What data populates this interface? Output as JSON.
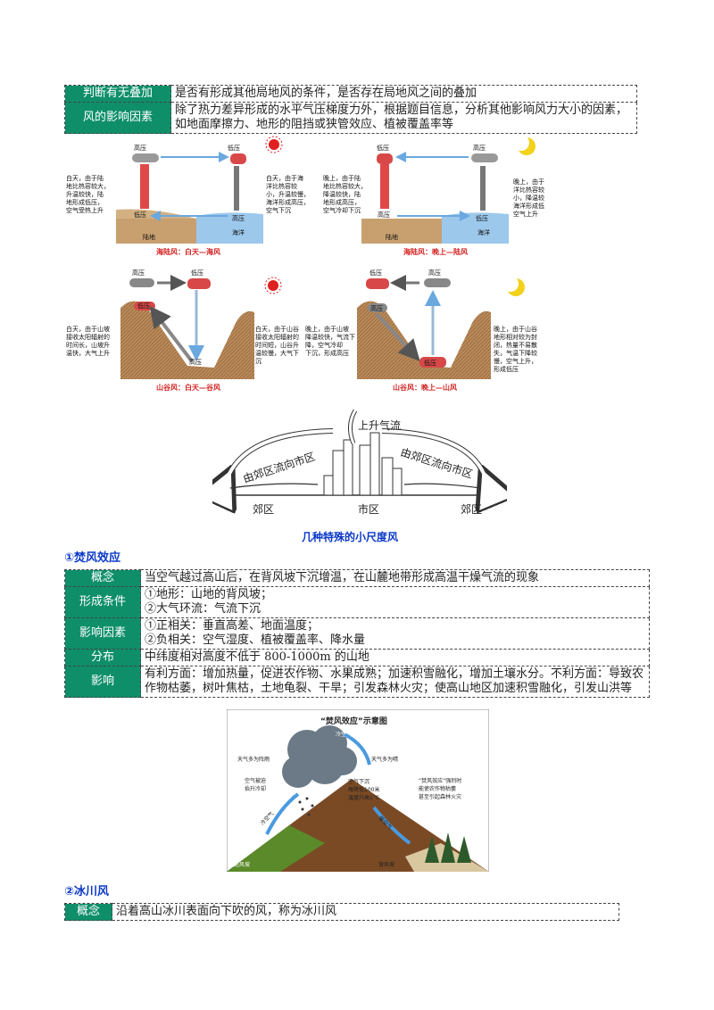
{
  "top_table": [
    {
      "label": "判断有无叠加",
      "text": "是否有形成其他局地风的条件，是否存在局地风之间的叠加"
    },
    {
      "label": "风的影响因素",
      "text": "除了热力差异形成的水平气压梯度力外，根据题目信息，分析其他影响风力大小的因素，如地面摩擦力、地形的阻挡或狭管效应、植被覆盖率等"
    }
  ],
  "panels": {
    "sea_day": {
      "caption": "海陆风：白天—海风",
      "high": "高压",
      "low": "低压",
      "low2": "低压",
      "high2": "高压",
      "land": "陆地",
      "sea": "海洋",
      "left_note": [
        "白天，由于陆",
        "地比热容较大，",
        "升温较快，陆",
        "地形成低压，",
        "空气受热上升"
      ],
      "right_note": [
        "白天，由于海",
        "洋比热容较",
        "小，升温较慢，",
        "海洋形成高压，",
        "空气下沉"
      ]
    },
    "sea_night": {
      "caption": "海陆风：晚上—陆风",
      "low": "低压",
      "high": "高压",
      "high2": "高压",
      "low2": "低压",
      "land": "陆地",
      "sea": "海洋",
      "left_note": [
        "晚上，由于陆",
        "地比热容较大，",
        "降温较快，陆",
        "地形成高压，",
        "空气冷却下沉"
      ],
      "right_note": [
        "晚上，由于海",
        "洋比热容较",
        "小，降温较慢，",
        "海洋形成低压，",
        "空气上升"
      ]
    },
    "valley_day": {
      "caption": "山谷风：白天—谷风",
      "high": "高压",
      "low": "低压",
      "low2": "低压",
      "high2": "高压",
      "left_note": [
        "白天，由于山坡",
        "接收太阳辐射的",
        "时间长，山坡升",
        "温快，大气上升"
      ],
      "right_note": [
        "白天，由于山谷",
        "接收太阳辐射的",
        "时间短，山谷升",
        "温较慢，大气下",
        "沉"
      ]
    },
    "valley_night": {
      "caption": "山谷风：晚上—山风",
      "low": "低压",
      "high": "高压",
      "high2": "高压",
      "low2": "低压",
      "left_note": [
        "晚上，由于山坡",
        "降温较快，气流下",
        "降，空气冷却",
        "下沉，形成高压"
      ],
      "right_note": [
        "晚上，由于山谷",
        "地形相对较为封",
        "闭，热量不易散",
        "失，气温下降较",
        "慢，空气上升，",
        "形成低压"
      ]
    }
  },
  "heat_island": {
    "rise": "上升气流",
    "left_flow": "由郊区流向市区",
    "right_flow": "由郊区流向市区",
    "suburb_left": "郊区",
    "city": "市区",
    "suburb_right": "郊区"
  },
  "figure_caption": "几种特殊的小尺度风",
  "section1": "①焚风效应",
  "foehn_table": [
    {
      "label": "概念",
      "lines": [
        "当空气越过高山后，在背风坡下沉增温，在山麓地带形成高温干燥气流的现象"
      ]
    },
    {
      "label": "形成条件",
      "lines": [
        "①地形：山地的背风坡；",
        "②大气环流：气流下沉"
      ]
    },
    {
      "label": "影响因素",
      "lines": [
        "①正相关：垂直高差、地面温度；",
        "②负相关：空气湿度、植被覆盖率、降水量"
      ]
    },
    {
      "label": "分布",
      "lines": [
        "中纬度相对高度不低于 800-1000m 的山地"
      ]
    },
    {
      "label": "影响",
      "lines": [
        "有利方面：增加热量，促进农作物、水果成熟；加速积雪融化，增加土壤水分。不利方面：导致农作物枯萎，树叶焦枯，土地龟裂、干旱；引发森林火灾；使高山地区加速积雪融化，引发山洪等"
      ]
    }
  ],
  "foehn_figure": {
    "title": "“焚风效应”示意图",
    "cold_air": "冷空气",
    "rain_weather": "天气多为阵雨",
    "sunny_weather": "天气多为晴",
    "rise_cool": [
      "空气被迫",
      "抬升冷却"
    ],
    "sink_warm": [
      "空气下沉",
      "每降低100米",
      "温度升高1°C"
    ],
    "effect_note": [
      "“焚风效应”强烈时",
      "能使农作物枯萎",
      "甚至引起森林火灾"
    ],
    "cool_air_lbl": "冷空气",
    "warm_air_lbl": "暖空气",
    "windward": "迎风坡",
    "leeward": "背风坡"
  },
  "section2": "②冰川风",
  "glacier_table": [
    {
      "label": "概念",
      "text": "沿着高山冰川表面向下吹的风，称为冰川风"
    }
  ]
}
